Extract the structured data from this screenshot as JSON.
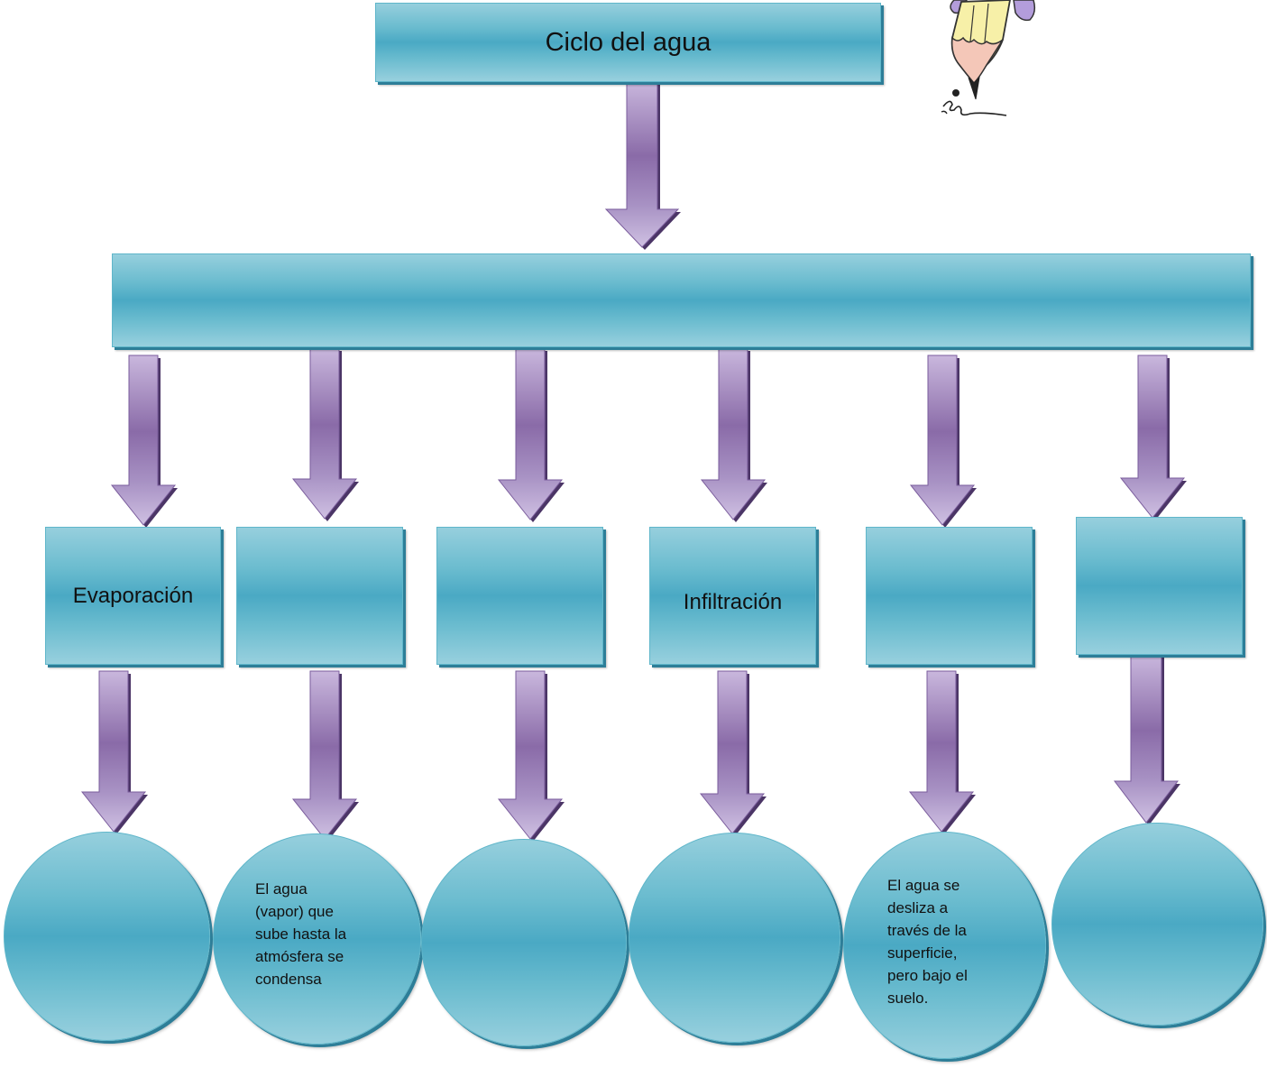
{
  "diagram": {
    "title": "Ciclo del agua",
    "category_box": "",
    "stages": [
      {
        "label": "Evaporación",
        "description": ""
      },
      {
        "label": "",
        "description": "El agua\n(vapor) que\nsube hasta la\natmósfera se\ncondensa"
      },
      {
        "label": "",
        "description": ""
      },
      {
        "label": "Infiltración",
        "description": ""
      },
      {
        "label": "",
        "description": "El agua se\ndesliza a\ntravés de la\nsuperficie,\npero bajo el\nsuelo."
      },
      {
        "label": "",
        "description": ""
      }
    ]
  },
  "colors": {
    "box_fill": "#4aa9c4",
    "box_shadow": "#2d7e98",
    "arrow_fill": "#8a6ba8",
    "arrow_light": "#c2b0d8"
  },
  "icons": {
    "clipart": "pencil-character-icon"
  }
}
